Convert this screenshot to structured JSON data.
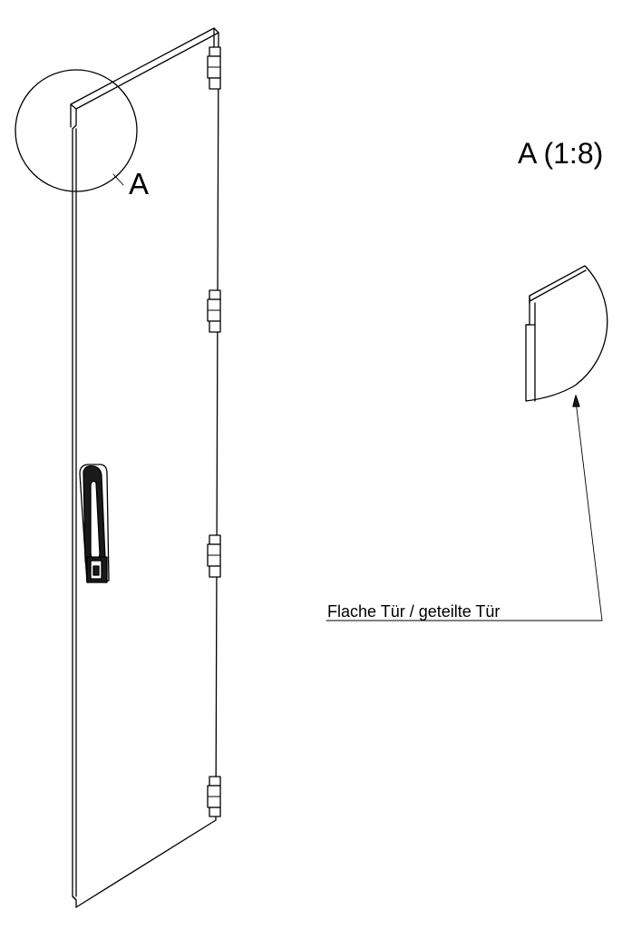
{
  "drawing": {
    "detail_callout_letter": "A",
    "detail_view_title": "A (1:8)",
    "note_label": "Flache Tür / geteilte Tür"
  },
  "colors": {
    "line": "#000000",
    "background": "#ffffff"
  }
}
